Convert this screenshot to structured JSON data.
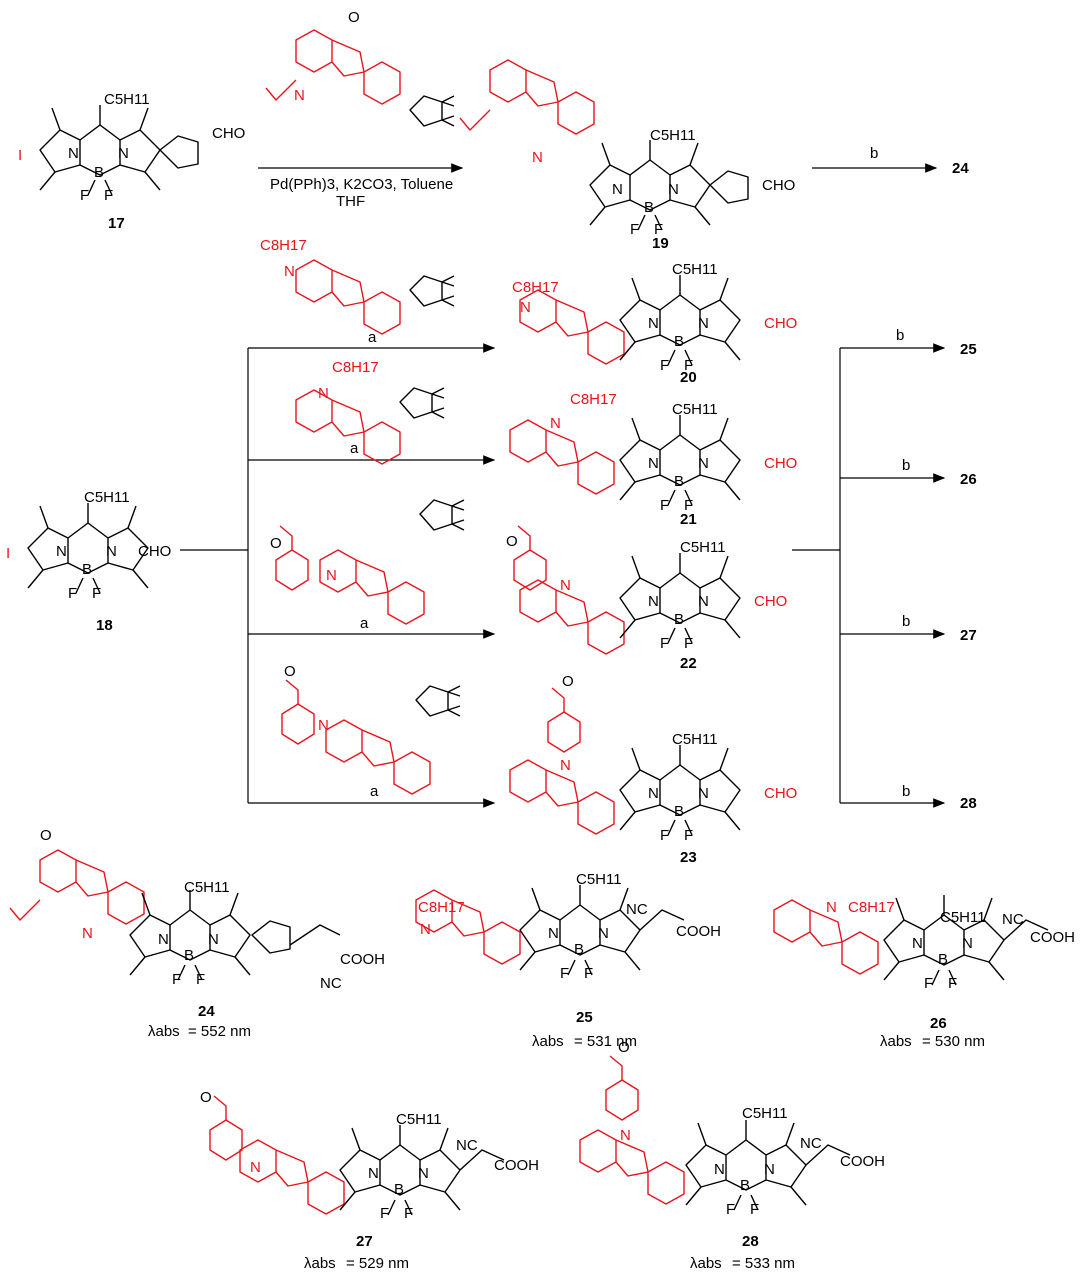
{
  "reagents": {
    "step1_line1": "Pd(PPh)3, K2CO3, Toluene",
    "step1_line2": "THF",
    "a": "a",
    "b": "b"
  },
  "atoms": {
    "cho": "CHO",
    "cooh": "COOH",
    "nc": "NC",
    "iodo": "I",
    "n": "N",
    "b": "B",
    "f": "F",
    "o": "O",
    "c5h11": "C5H11",
    "c8h17": "C8H17"
  },
  "compounds": [
    {
      "id": "17"
    },
    {
      "id": "18"
    },
    {
      "id": "19"
    },
    {
      "id": "20"
    },
    {
      "id": "21"
    },
    {
      "id": "22"
    },
    {
      "id": "23"
    },
    {
      "id": "24"
    },
    {
      "id": "25"
    },
    {
      "id": "26"
    },
    {
      "id": "27"
    },
    {
      "id": "28"
    }
  ],
  "products": [
    {
      "id": "24",
      "lambda_label": "λabs",
      "lambda_value": "= 552 nm"
    },
    {
      "id": "25",
      "lambda_label": "λabs",
      "lambda_value": "= 531 nm"
    },
    {
      "id": "26",
      "lambda_label": "λabs",
      "lambda_value": "= 530 nm"
    },
    {
      "id": "27",
      "lambda_label": "λabs",
      "lambda_value": "= 529 nm"
    },
    {
      "id": "28",
      "lambda_label": "λabs",
      "lambda_value": "= 533 nm"
    }
  ],
  "colors": {
    "highlight": "#e8141c",
    "ink": "#000000",
    "background": "#ffffff"
  }
}
